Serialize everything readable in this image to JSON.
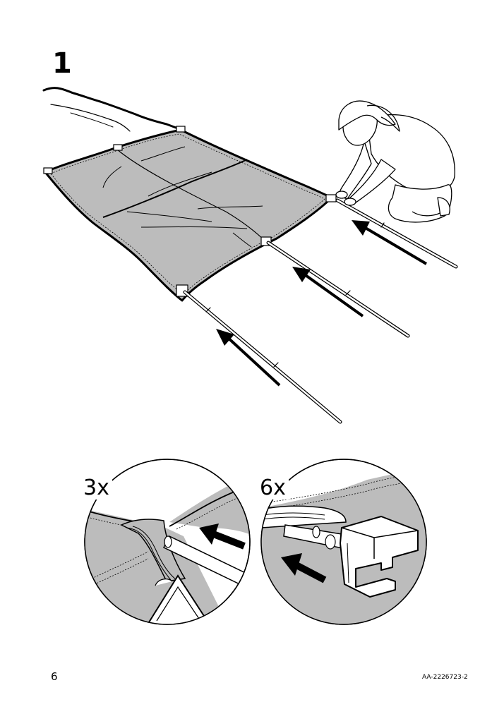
{
  "step": {
    "number": "1"
  },
  "detail_left": {
    "quantity": "3x"
  },
  "detail_right": {
    "quantity": "6x"
  },
  "footer": {
    "page_number": "6",
    "doc_code": "AA-2226723-2"
  },
  "colors": {
    "fabric": "#bcbcbc",
    "line": "#000000",
    "background": "#ffffff"
  },
  "icons": [
    "direction-arrow-icon",
    "direction-arrow-icon",
    "direction-arrow-icon",
    "direction-arrow-icon",
    "direction-arrow-icon"
  ]
}
